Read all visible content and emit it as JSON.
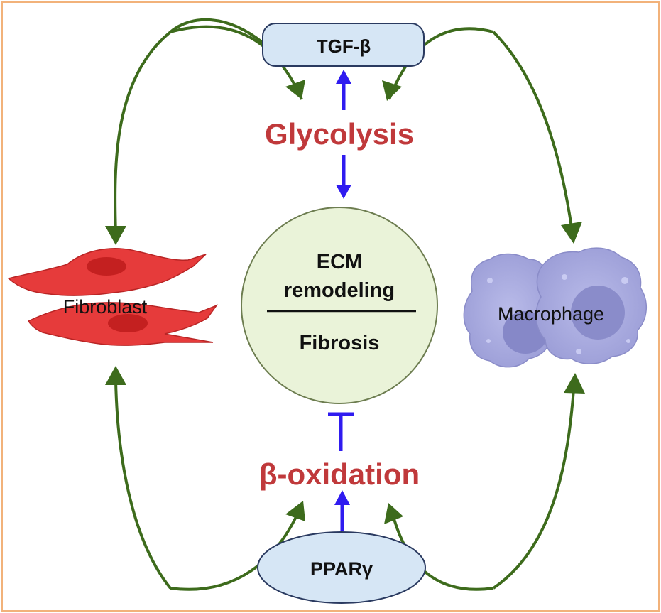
{
  "nodes": {
    "tgf": "TGF-β",
    "glycolysis": "Glycolysis",
    "ecm_line1": "ECM",
    "ecm_line2": "remodeling",
    "fibrosis": "Fibrosis",
    "beta_oxidation": "β-oxidation",
    "ppar": "PPARγ",
    "fibroblast": "Fibroblast",
    "macrophage": "Macrophage"
  },
  "colors": {
    "frame": "#f2b27a",
    "green_arrow": "#3d6b1c",
    "blue_arrow": "#2f1bf0",
    "metabolism_text": "#c0393b",
    "box_fill": "#d6e6f5",
    "box_stroke": "#2a3a60",
    "center_fill": "#eaf3d9",
    "center_stroke": "#6d7d50",
    "fibroblast": "#e63b3b",
    "macrophage": "#a7a8e0"
  }
}
